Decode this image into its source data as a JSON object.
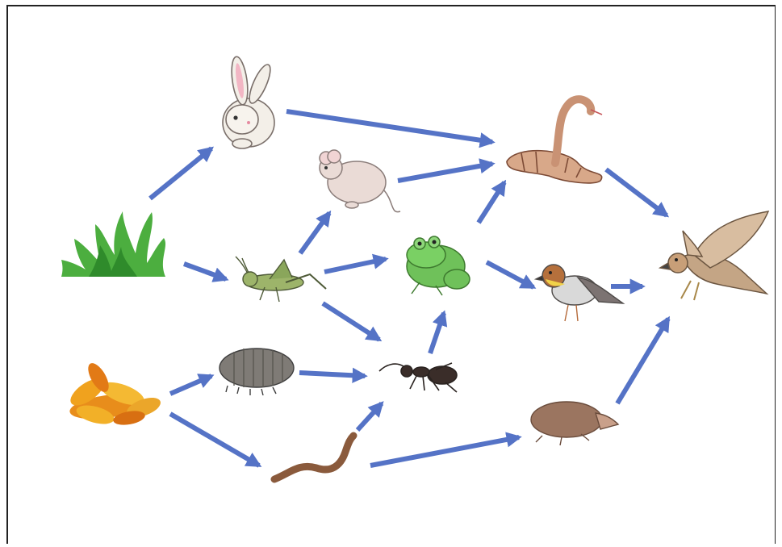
{
  "diagram": {
    "type": "food-web",
    "arrow_color": "#5573c6",
    "nodes": [
      {
        "id": "grass",
        "icon": "grass-icon"
      },
      {
        "id": "leaf-litter",
        "icon": "fallen-leaves-icon"
      },
      {
        "id": "rabbit",
        "icon": "rabbit-icon"
      },
      {
        "id": "mouse",
        "icon": "mouse-icon"
      },
      {
        "id": "grasshopper",
        "icon": "grasshopper-icon"
      },
      {
        "id": "woodlouse",
        "icon": "woodlouse-icon"
      },
      {
        "id": "worm",
        "icon": "earthworm-icon"
      },
      {
        "id": "ant",
        "icon": "ant-icon"
      },
      {
        "id": "frog",
        "icon": "frog-icon"
      },
      {
        "id": "snake",
        "icon": "snake-icon"
      },
      {
        "id": "bird",
        "icon": "small-bird-icon"
      },
      {
        "id": "mole",
        "icon": "mole-icon"
      },
      {
        "id": "hawk",
        "icon": "hawk-icon"
      }
    ],
    "edges": [
      {
        "from": "grass",
        "to": "rabbit"
      },
      {
        "from": "grass",
        "to": "grasshopper"
      },
      {
        "from": "rabbit",
        "to": "snake"
      },
      {
        "from": "mouse",
        "to": "snake"
      },
      {
        "from": "grasshopper",
        "to": "mouse"
      },
      {
        "from": "grasshopper",
        "to": "frog"
      },
      {
        "from": "grasshopper",
        "to": "ant"
      },
      {
        "from": "frog",
        "to": "snake"
      },
      {
        "from": "frog",
        "to": "bird"
      },
      {
        "from": "snake",
        "to": "hawk"
      },
      {
        "from": "bird",
        "to": "hawk"
      },
      {
        "from": "leaf-litter",
        "to": "woodlouse"
      },
      {
        "from": "leaf-litter",
        "to": "worm"
      },
      {
        "from": "woodlouse",
        "to": "ant"
      },
      {
        "from": "worm",
        "to": "ant"
      },
      {
        "from": "ant",
        "to": "frog"
      },
      {
        "from": "worm",
        "to": "mole"
      },
      {
        "from": "mole",
        "to": "hawk"
      }
    ]
  }
}
